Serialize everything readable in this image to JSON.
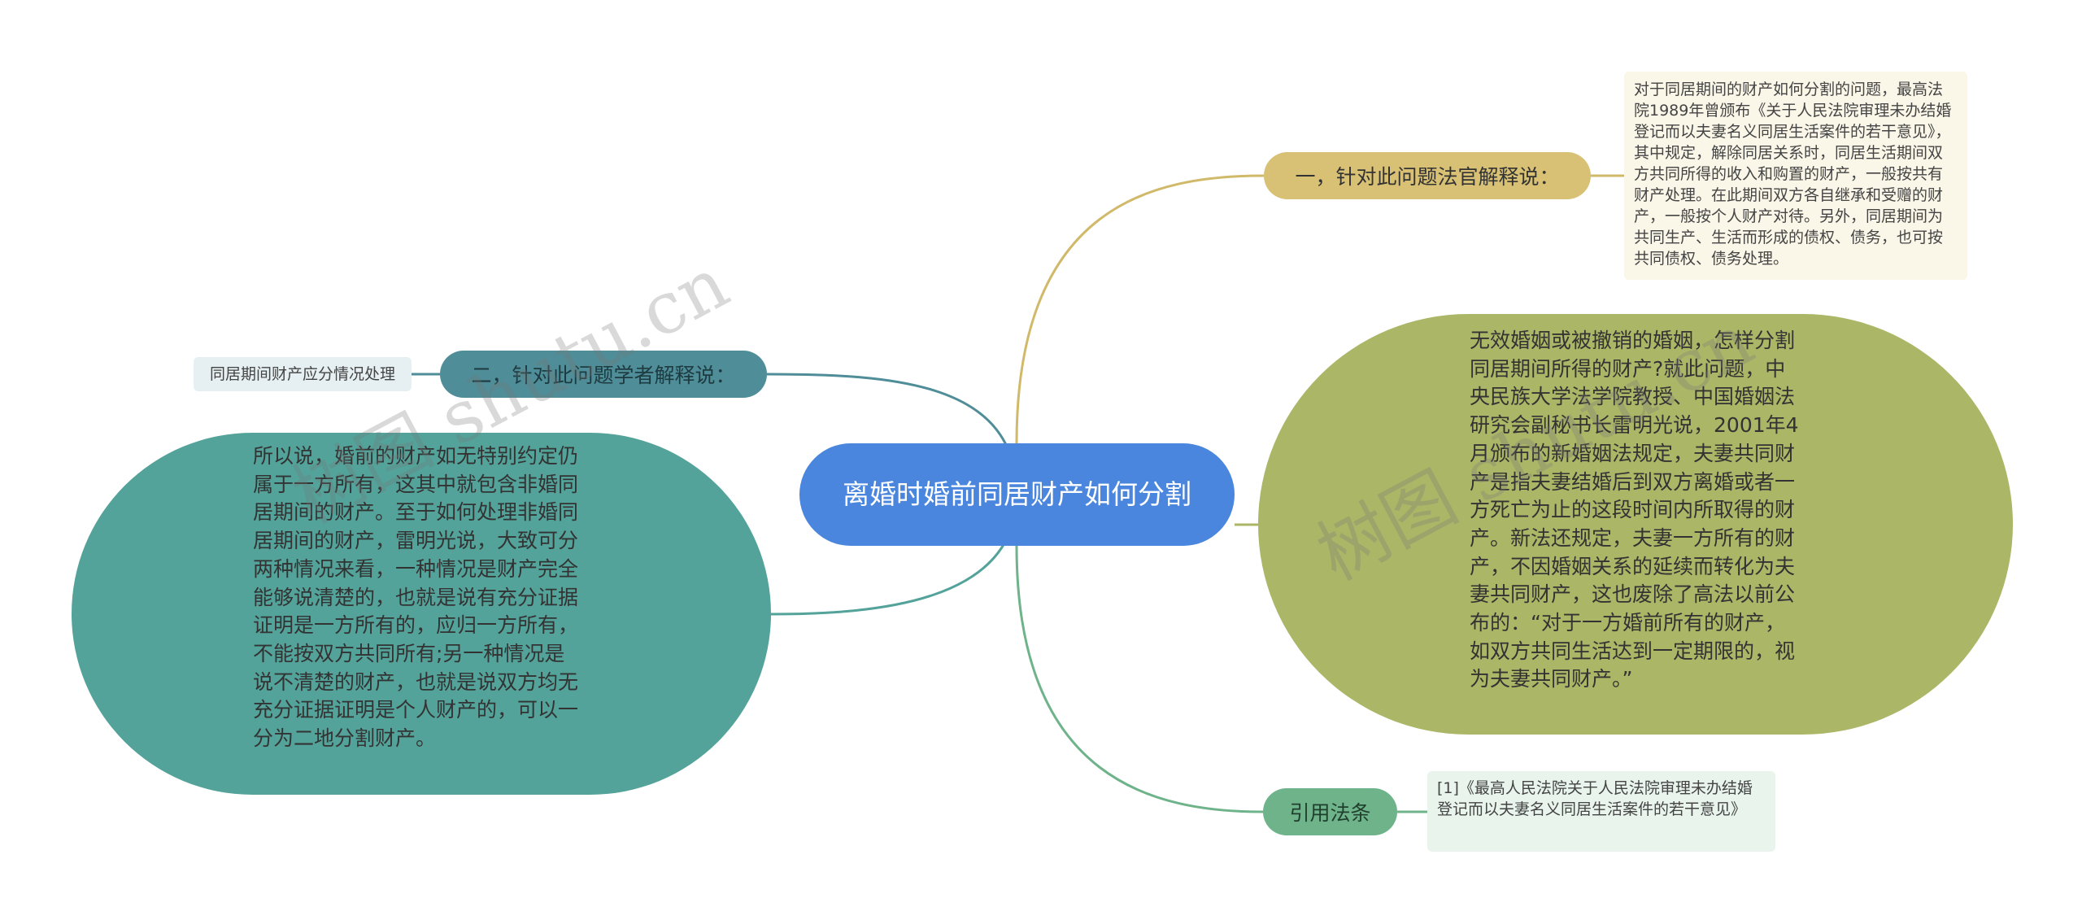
{
  "central_topic": "离婚时婚前同居财产如何分割",
  "branches": [
    {
      "label": "一，针对此问题法官解释说：",
      "color": "#d8c174",
      "note": "对于同居期间的财产如何分割的问题，最高法院1989年曾颁布《关于人民法院审理未办结婚登记而以夫妻名义同居生活案件的若干意见》，其中规定，解除同居关系时，同居生活期间双方共同所得的收入和购置的财产，一般按共有财产处理。在此期间双方各自继承和受赠的财产，一般按个人财产对待。另外，同居期间为共同生产、生活而形成的债权、债务，也可按共同债权、债务处理。"
    },
    {
      "label": "二，针对此问题学者解释说：",
      "color": "#4f8d98",
      "note": "同居期间财产应分情况处理"
    },
    {
      "text": "所以说，婚前的财产如无特别约定仍属于一方所有，这其中就包含非婚同居期间的财产。至于如何处理非婚同居期间的财产，雷明光说，大致可分两种情况来看，一种情况是财产完全能够说清楚的，也就是说有充分证据证明是一方所有的，应归一方所有，不能按双方共同所有;另一种情况是说不清楚的财产，也就是说双方均无充分证据证明是个人财产的，可以一分为二地分割财产。",
      "color": "#53a39a"
    },
    {
      "text": "无效婚姻或被撤销的婚姻，怎样分割同居期间所得的财产?就此问题，中央民族大学法学院教授、中国婚姻法研究会副秘书长雷明光说，2001年4月颁布的新婚姻法规定，夫妻共同财产是指夫妻结婚后到双方离婚或者一方死亡为止的这段时间内所取得的财产。新法还规定，夫妻一方所有的财产，不因婚姻关系的延续而转化为夫妻共同财产，这也废除了高法以前公布的：“对于一方婚前所有的财产，如双方共同生活达到一定期限的，视为夫妻共同财产。”",
      "color": "#abb667"
    },
    {
      "label": "引用法条",
      "color": "#6fb38b",
      "note": "[1]《最高人民法院关于人民法院审理未办结婚登记而以夫妻名义同居生活案件的若干意见》"
    }
  ],
  "watermarks": [
    "树图 shutu.cn",
    "树图 shutu.cn"
  ]
}
